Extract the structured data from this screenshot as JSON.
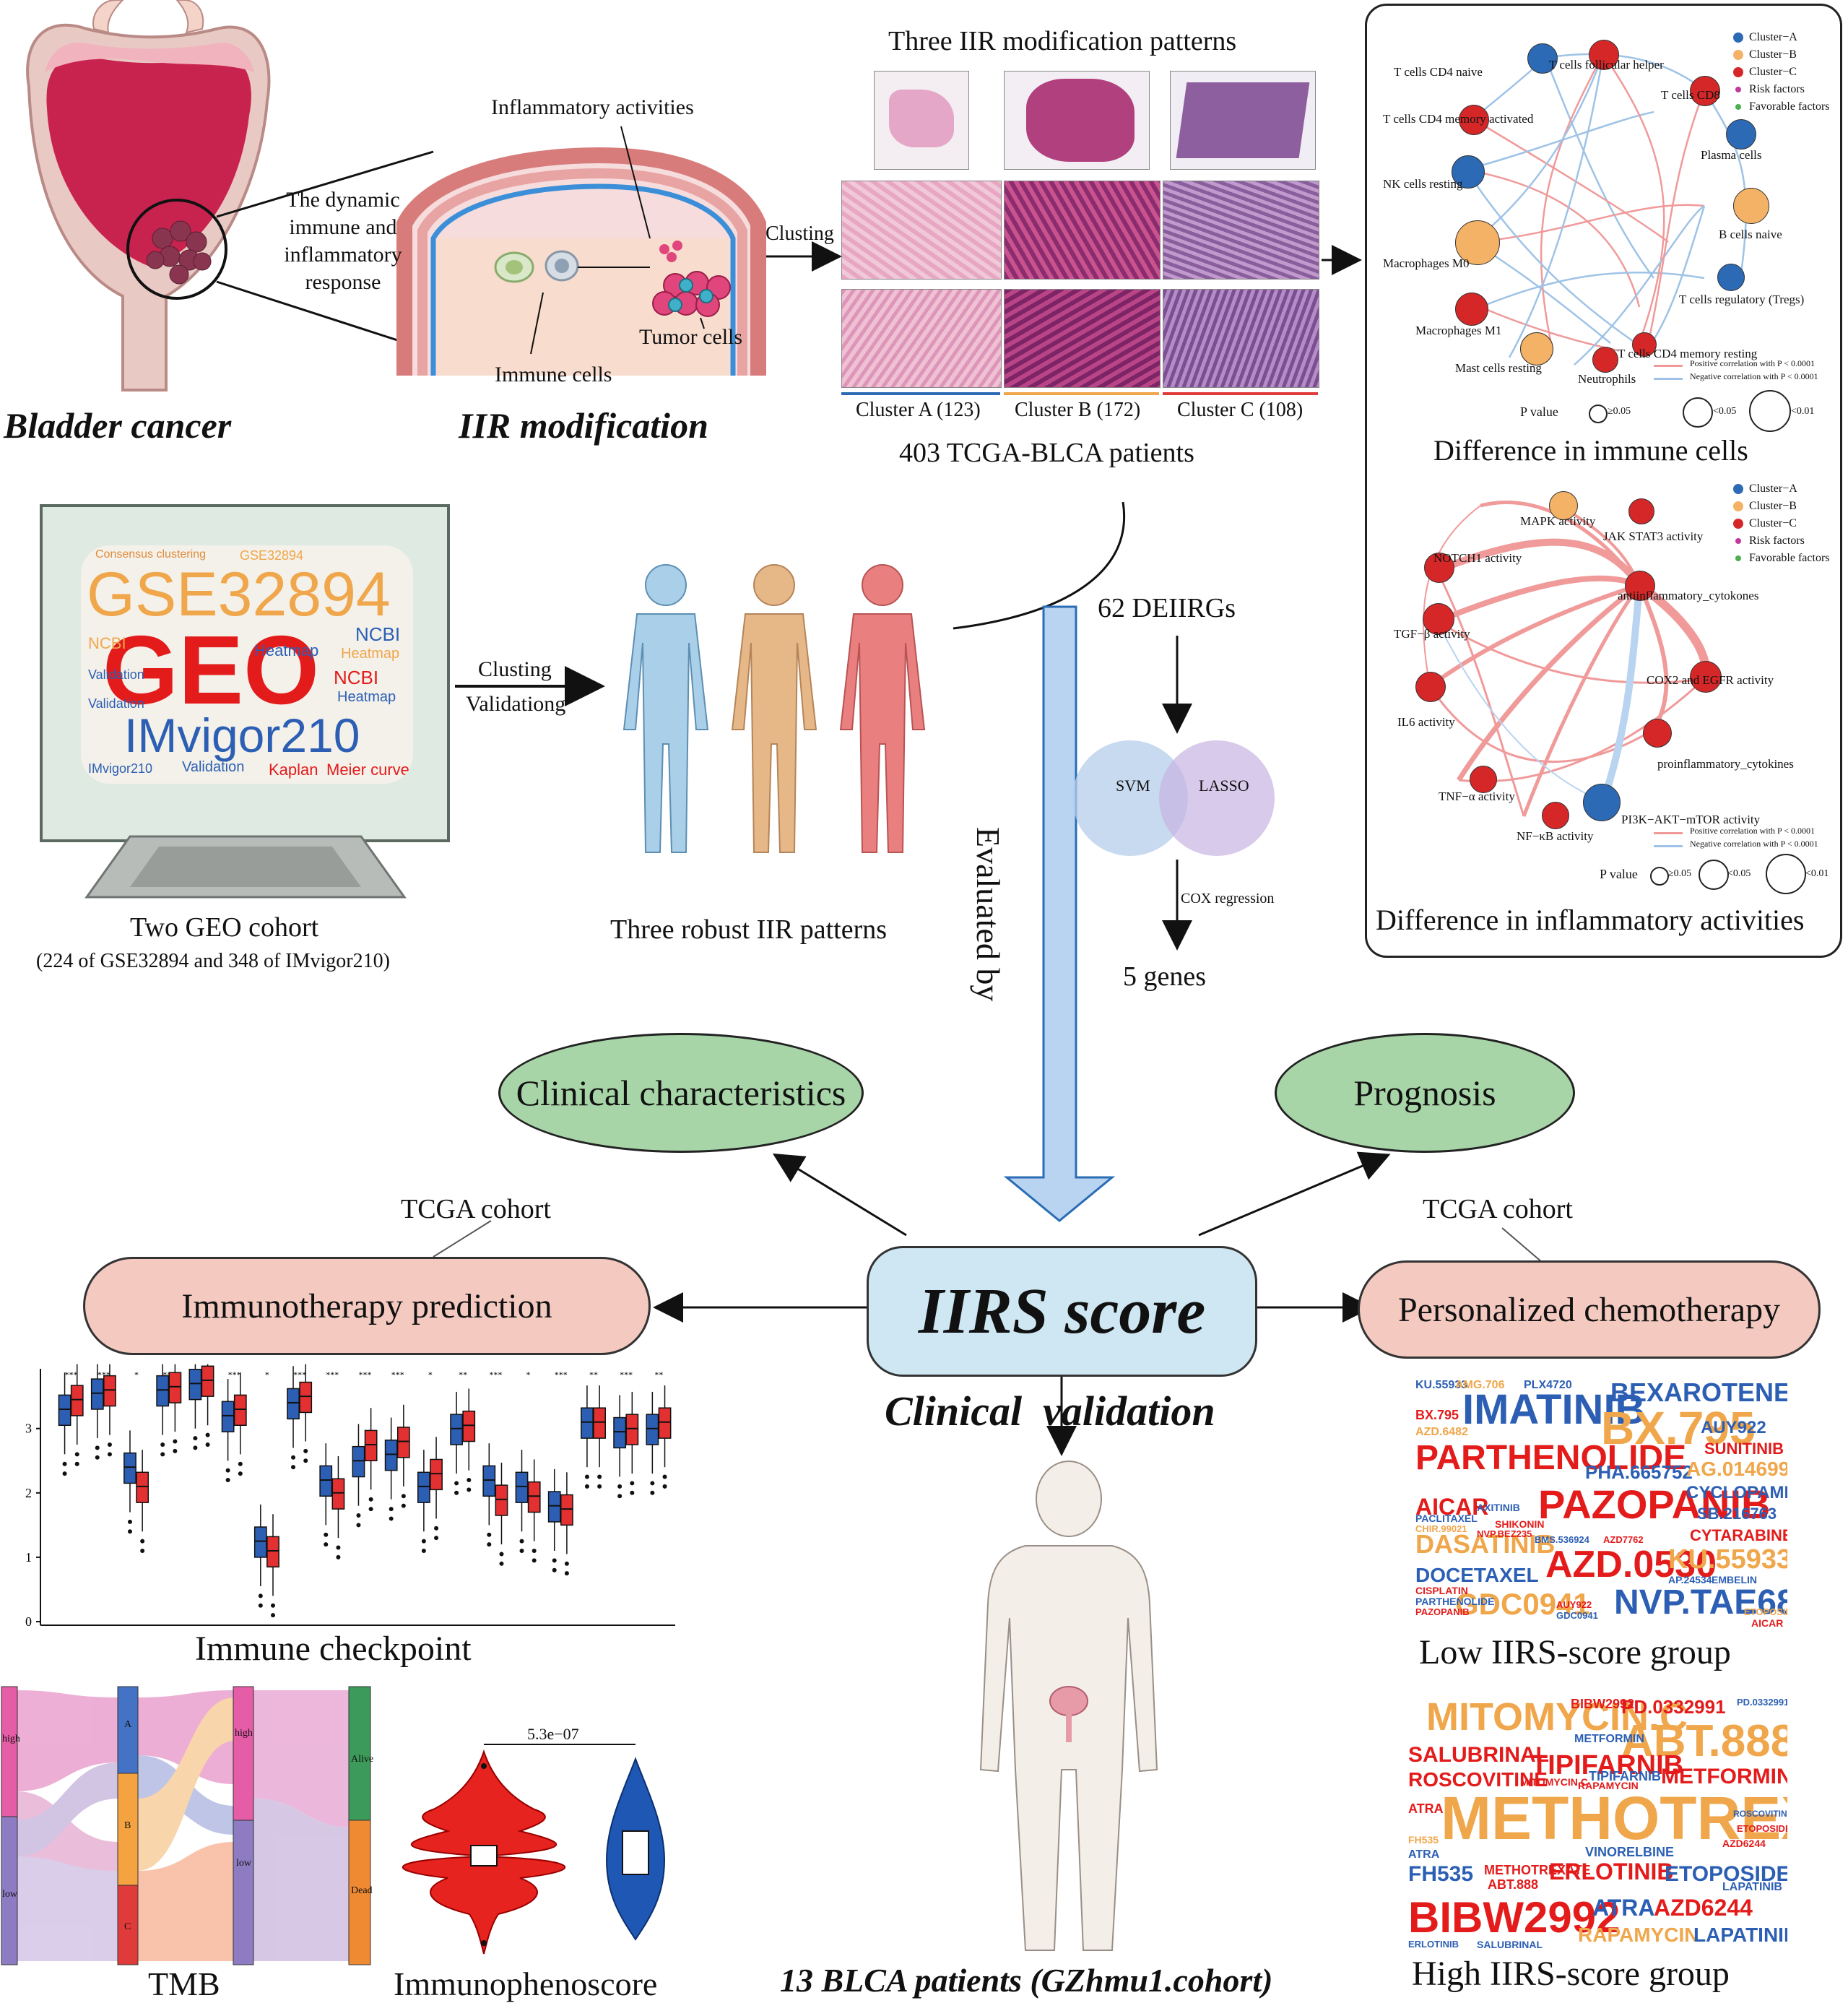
{
  "panel1": {
    "organ_label": "Bladder cancer",
    "callout_text": "The dynamic immune and inflammatory response",
    "iir_label": "IIR modification",
    "inflammatory_label": "Inflammatory activities",
    "tumor_label": "Tumor cells",
    "immune_label": "Immune cells",
    "arrow_label": "Clusting"
  },
  "panel2": {
    "title": "Three IIR modification patterns",
    "clusters": [
      {
        "label": "Cluster A (123)",
        "color": "#2c6ab5"
      },
      {
        "label": "Cluster B (172)",
        "color": "#f0a64a"
      },
      {
        "label": "Cluster C (108)",
        "color": "#e03b3b"
      }
    ],
    "subtitle": "403 TCGA-BLCA patients"
  },
  "network1": {
    "legend": [
      {
        "label": "Cluster−A",
        "color": "#2c6ab5"
      },
      {
        "label": "Cluster−B",
        "color": "#f4b266"
      },
      {
        "label": "Cluster−C",
        "color": "#d62728"
      },
      {
        "label": "Risk factors",
        "color": "#c0399b"
      },
      {
        "label": "Favorable factors",
        "color": "#4caf50"
      }
    ],
    "nodes": [
      {
        "label": "T cells CD4 naive",
        "color": "#2c6ab5"
      },
      {
        "label": "T cells follicular helper",
        "color": "#d62728"
      },
      {
        "label": "T cells CD8",
        "color": "#d62728"
      },
      {
        "label": "T cells CD4 memory activated",
        "color": "#d62728"
      },
      {
        "label": "Plasma cells",
        "color": "#2c6ab5"
      },
      {
        "label": "NK cells resting",
        "color": "#2c6ab5"
      },
      {
        "label": "B cells naive",
        "color": "#f4b266"
      },
      {
        "label": "Macrophages M0",
        "color": "#f4b266"
      },
      {
        "label": "T cells regulatory (Tregs)",
        "color": "#2c6ab5"
      },
      {
        "label": "Macrophages M1",
        "color": "#d62728"
      },
      {
        "label": "T cells CD4 memory resting",
        "color": "#d62728"
      },
      {
        "label": "Mast cells resting",
        "color": "#f4b266"
      },
      {
        "label": "Neutrophils",
        "color": "#d62728"
      }
    ],
    "corr_pos": "Positive correlation with P < 0.0001",
    "corr_neg": "Negative correlation with P < 0.0001",
    "pvalue_title": "P value",
    "pvalue_levels": [
      "≥0.05",
      "<0.05",
      "<0.01"
    ],
    "caption": "Difference in immune cells"
  },
  "network2": {
    "legend": [
      {
        "label": "Cluster−A",
        "color": "#2c6ab5"
      },
      {
        "label": "Cluster−B",
        "color": "#f4b266"
      },
      {
        "label": "Cluster−C",
        "color": "#d62728"
      },
      {
        "label": "Risk factors",
        "color": "#c0399b"
      },
      {
        "label": "Favorable factors",
        "color": "#4caf50"
      }
    ],
    "nodes": [
      {
        "label": "MAPK activity",
        "color": "#f4b266"
      },
      {
        "label": "JAK STAT3 activity",
        "color": "#d62728"
      },
      {
        "label": "NOTCH1 activity",
        "color": "#d62728"
      },
      {
        "label": "antiinflammatory_cytokones",
        "color": "#d62728"
      },
      {
        "label": "TGF−β activity",
        "color": "#d62728"
      },
      {
        "label": "COX2 and EGFR activity",
        "color": "#d62728"
      },
      {
        "label": "IL6 activity",
        "color": "#d62728"
      },
      {
        "label": "proinflammatory_cytokines",
        "color": "#d62728"
      },
      {
        "label": "TNF−α activity",
        "color": "#d62728"
      },
      {
        "label": "PI3K−AKT−mTOR activity",
        "color": "#2c6ab5"
      },
      {
        "label": "NF−κB activity",
        "color": "#d62728"
      }
    ],
    "corr_pos": "Positive correlation with P < 0.0001",
    "corr_neg": "Negative correlation with P < 0.0001",
    "pvalue_title": "P value",
    "pvalue_levels": [
      "≥0.05",
      "<0.05",
      "<0.01"
    ],
    "caption": "Difference in inflammatory activities"
  },
  "geo": {
    "words_big": [
      "GSE32894",
      "GEO",
      "IMvigor210"
    ],
    "words_small": [
      "NCBI",
      "Heatmap",
      "Validation",
      "Kaplan",
      "Meier curve",
      "Consensus clustering",
      "GSE32894",
      "IMvigor210",
      "NCBI",
      "Heatmap",
      "Validation",
      "NCBI",
      "Heatmap",
      "Validation"
    ],
    "arrow_label_1": "Clusting",
    "arrow_label_2": "Validationg",
    "caption": "Two GEO cohort",
    "subcaption": "(224 of GSE32894 and 348 of IMvigor210)",
    "patterns_caption": "Three robust IIR patterns"
  },
  "genes": {
    "deiirgs": "62 DEIIRGs",
    "svm": "SVM",
    "lasso": "LASSO",
    "cox": "COX regression",
    "result": "5 genes",
    "evaluated": "Evaluated by"
  },
  "center": {
    "score": "IIRS score",
    "clinical_char": "Clinical characteristics",
    "prognosis": "Prognosis",
    "tcga_left": "TCGA cohort",
    "tcga_right": "TCGA cohort",
    "immuno_pred": "Immunotherapy prediction",
    "chemo": "Personalized chemotherapy",
    "validation": "Clinical  validation",
    "patients": "13 BLCA patients (GZhmu1.cohort)"
  },
  "checkpoint": {
    "caption": "Immune checkpoint",
    "yticks": [
      "0",
      "1",
      "2",
      "3"
    ],
    "sig": [
      "***",
      "***",
      "*",
      "***",
      "***",
      "***",
      "*",
      "***",
      "***",
      "***",
      "***",
      "*",
      "**",
      "***",
      "*",
      "***",
      "**",
      "***",
      "**"
    ]
  },
  "chart_data": {
    "type": "box",
    "x": [
      1,
      2,
      3,
      4,
      5,
      6,
      7,
      8,
      9,
      10,
      11,
      12,
      13,
      14,
      15,
      16,
      17,
      18,
      19
    ],
    "ylim": [
      0,
      4
    ],
    "series": [
      {
        "color": "#2c5fb4",
        "medians": [
          3.3,
          3.55,
          2.4,
          3.6,
          3.7,
          3.2,
          1.25,
          3.4,
          2.2,
          2.5,
          2.6,
          2.1,
          3.0,
          2.2,
          2.1,
          1.8,
          3.1,
          2.95,
          3.0
        ]
      },
      {
        "color": "#e33030",
        "medians": [
          3.45,
          3.6,
          2.1,
          3.65,
          3.75,
          3.3,
          1.1,
          3.5,
          2.0,
          2.75,
          2.8,
          2.3,
          3.05,
          1.9,
          1.95,
          1.75,
          3.1,
          3.0,
          3.1
        ]
      }
    ]
  },
  "tmb": {
    "caption": "TMB",
    "left_labels": [
      "high",
      "low"
    ],
    "mid_labels": [
      "A",
      "B",
      "C"
    ],
    "right_labels": [
      "high",
      "low"
    ],
    "end_labels": [
      "Alive",
      "Dead"
    ]
  },
  "ips": {
    "caption": "Immunophenoscore",
    "pvalue": "5.3e−07"
  },
  "drugs_low": {
    "caption": "Low IIRS-score group",
    "big": [
      "IMATINIB",
      "BX.795",
      "PARTHENOLIDE",
      "PAZOPANIB",
      "AZD.0530",
      "NVP.TAE684",
      "GDC0941",
      "DASATINIB",
      "BEXAROTENE",
      "KU.55933",
      "AICAR",
      "DOCETAXEL",
      "CYCLOPAMINE",
      "PHA.665752",
      "AG.014699",
      "SB.216763",
      "AUY922",
      "SUNITINIB",
      "CYTARABINE"
    ],
    "small": [
      "PACLITAXEL",
      "AXITINIB",
      "SHIKONIN",
      "NVP.BEZ235",
      "CHIR.99021",
      "BMS.536924",
      "AZD7762",
      "CISPLATIN",
      "EMBELIN",
      "AP.24534",
      "KU.55933",
      "AMG.706",
      "PLX4720",
      "BX.795",
      "AZD.6482",
      "PARTHENOLIDE",
      "PAZOPANIB",
      "ETOPOSIDE",
      "GDC0941",
      "AICAR",
      "AUY922"
    ]
  },
  "drugs_high": {
    "caption": "High IIRS-score group",
    "big": [
      "MITOMYCIN.C",
      "ABT.888",
      "METHOTREXATE",
      "BIBW2992",
      "TIPIFARNIB",
      "SALUBRINAL",
      "ROSCOVITINE",
      "METFORMIN",
      "ERLOTINIB",
      "ETOPOSIDE",
      "ATRA",
      "AZD6244",
      "FH535",
      "RAPAMYCIN",
      "LAPATINIB",
      "PD.0332991"
    ],
    "small": [
      "BIBW2992",
      "PD.0332991",
      "TIPIFARNIB",
      "VINORELBINE",
      "ATRA",
      "RAPAMYCIN",
      "METFORMIN",
      "ABT.888",
      "METHOTREXATE",
      "MITOMYCIN.C",
      "AZD6244",
      "ROSCOVITINE",
      "FH535",
      "SALUBRINAL",
      "ERLOTINIB",
      "ETOPOSIDE",
      "LAPATINIB",
      "ATRA"
    ]
  }
}
